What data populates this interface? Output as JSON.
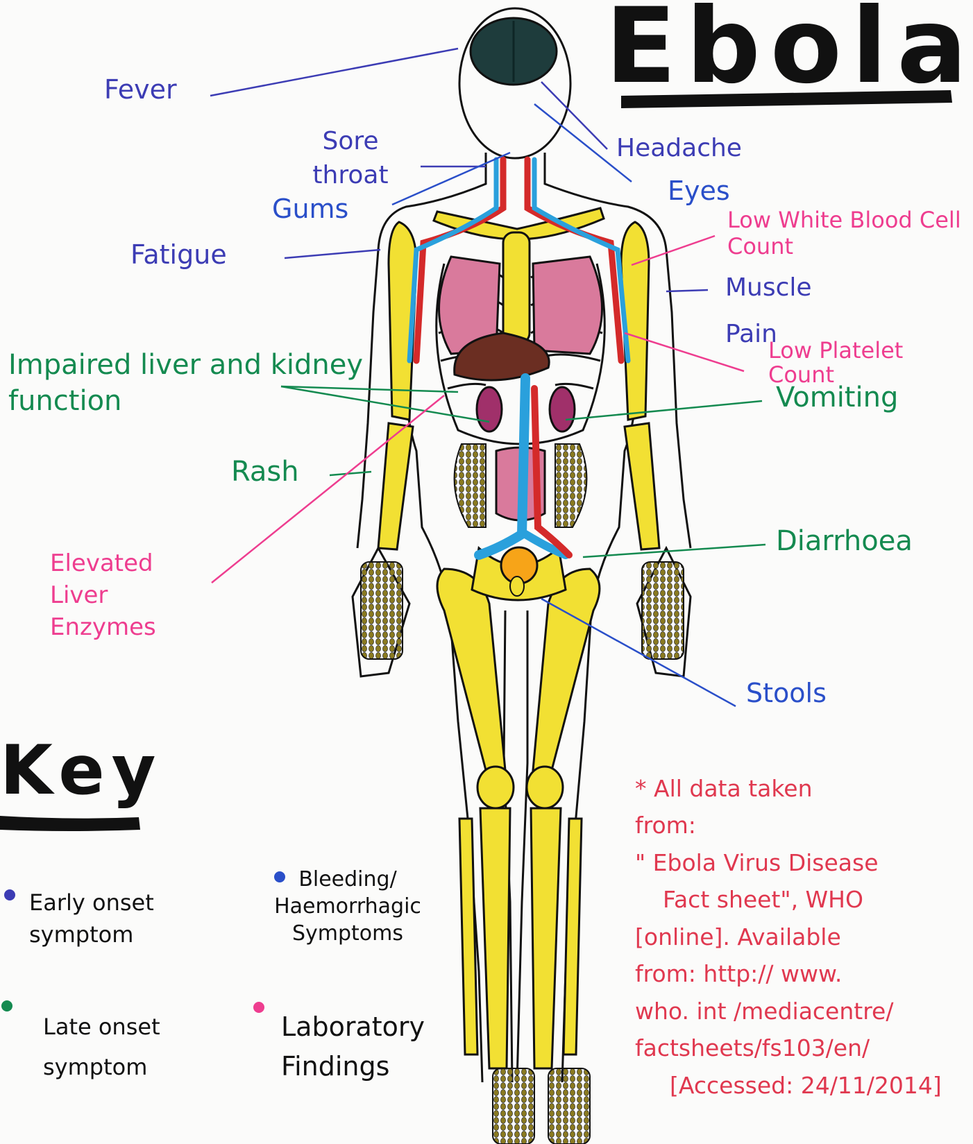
{
  "title": "Ebola",
  "colors": {
    "early": "#3c3cb4",
    "bleeding": "#2a4fc9",
    "late": "#148a50",
    "lab": "#ee3d8f",
    "bone": "#f2e033",
    "artery": "#d42a2a",
    "vein": "#2aa0dc",
    "organ": "#d97a9c",
    "liver": "#6b2e22",
    "intestine": "#9a6a2c",
    "bladder": "#f7a418",
    "brain": "#1e3c3c",
    "ink": "#111111"
  },
  "symptoms": [
    {
      "id": "fever",
      "text": "Fever",
      "category": "early"
    },
    {
      "id": "headache",
      "text": "Headache",
      "category": "early"
    },
    {
      "id": "sore-throat",
      "text": "Sore throat",
      "category": "early"
    },
    {
      "id": "gums",
      "text": "Gums",
      "category": "bleeding"
    },
    {
      "id": "eyes",
      "text": "Eyes",
      "category": "bleeding"
    },
    {
      "id": "fatigue",
      "text": "Fatigue",
      "category": "early"
    },
    {
      "id": "low-wbc",
      "text": "Low White Blood Cell Count",
      "category": "lab"
    },
    {
      "id": "muscle-pain",
      "text": "Muscle Pain",
      "category": "early"
    },
    {
      "id": "low-platelet",
      "text": "Low Platelet Count",
      "category": "lab"
    },
    {
      "id": "impaired",
      "text": "Impaired liver and kidney function",
      "category": "late"
    },
    {
      "id": "vomiting",
      "text": "Vomiting",
      "category": "late"
    },
    {
      "id": "rash",
      "text": "Rash",
      "category": "late"
    },
    {
      "id": "elevated",
      "text": "Elevated Liver Enzymes",
      "category": "lab"
    },
    {
      "id": "diarrhoea",
      "text": "Diarrhoea",
      "category": "late"
    },
    {
      "id": "stools",
      "text": "Stools",
      "category": "bleeding"
    }
  ],
  "key": {
    "title": "Key",
    "early": "Early onset symptom",
    "bleeding": "Bleeding/ Haemorrhagic Symptoms",
    "late": "Late onset symptom",
    "lab": "Laboratory Findings"
  },
  "source": {
    "line1": "* All data taken",
    "line2": "from:",
    "line3": "\" Ebola Virus Disease",
    "line4": "Fact sheet\", WHO",
    "line5": "[online]. Available",
    "line6": "from: http:// www.",
    "line7": "who. int /mediacentre/",
    "line8": "factsheets/fs103/en/",
    "line9": "[Accessed: 24/11/2014]"
  }
}
